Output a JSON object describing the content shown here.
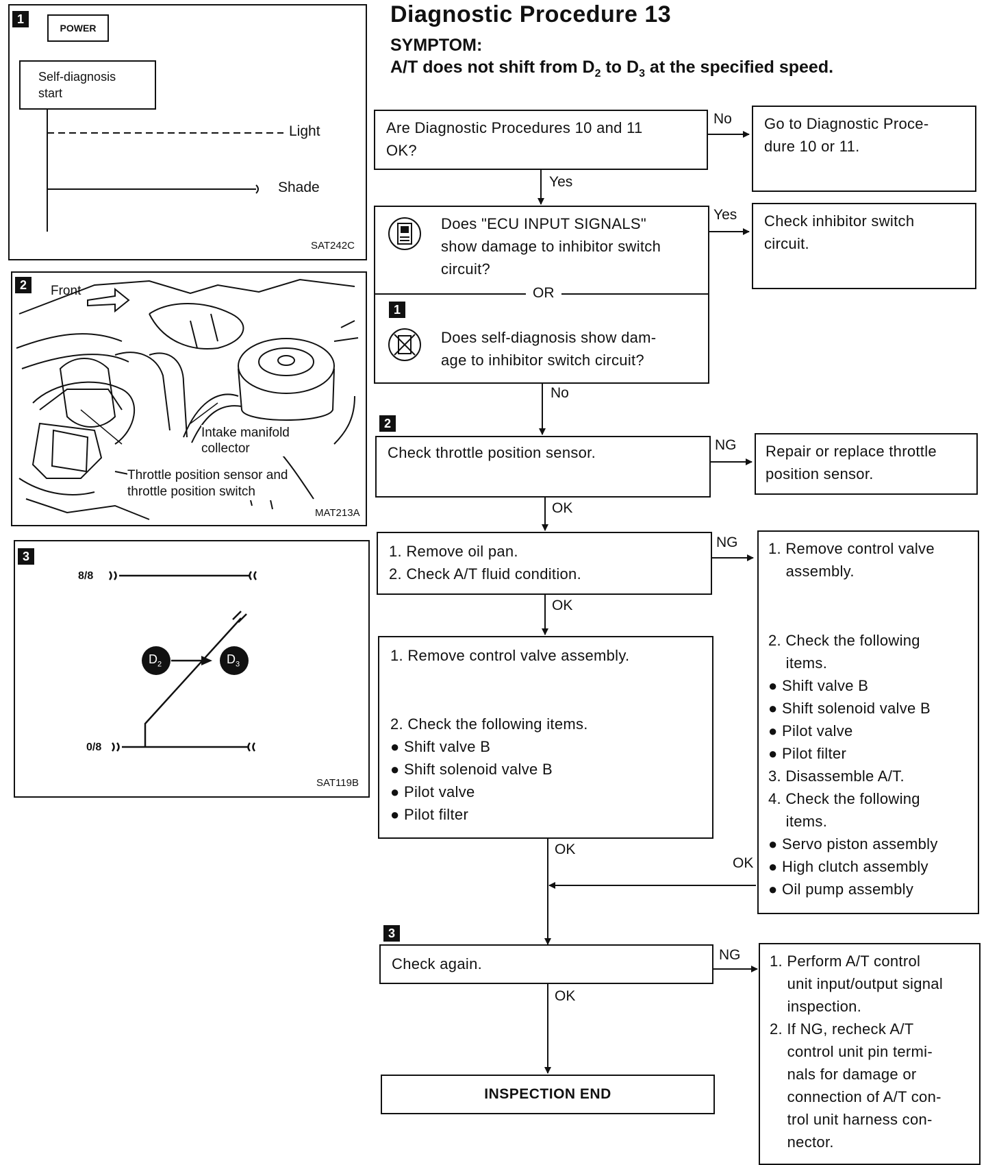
{
  "header": {
    "title": "Diagnostic Procedure 13",
    "symptom_label": "SYMPTOM:",
    "symptom_pre": "A/T does not shift from D",
    "symptom_sub1": "2",
    "symptom_mid": " to D",
    "symptom_sub2": "3",
    "symptom_post": " at the specified speed."
  },
  "fig1": {
    "num": "1",
    "power": "POWER",
    "start": "Self-diagnosis\nstart",
    "light": "Light",
    "shade": "Shade",
    "code": "SAT242C"
  },
  "fig2": {
    "num": "2",
    "front": "Front",
    "intake": "Intake manifold\ncollector",
    "throttle": "Throttle position sensor and\nthrottle position switch",
    "code": "MAT213A"
  },
  "fig3": {
    "num": "3",
    "top": "8/8",
    "bottom": "0/8",
    "d2": "D",
    "d2sub": "2",
    "d3": "D",
    "d3sub": "3",
    "code": "SAT119B"
  },
  "flow": {
    "q1": "Are Diagnostic Procedures 10 and 11\nOK?",
    "a1_no": "Go to Diagnostic Proce-\ndure 10 or 11.",
    "q2a": "Does \"ECU INPUT SIGNALS\"\nshow damage to inhibitor switch\ncircuit?",
    "or": "OR",
    "q2_num": "1",
    "q2b": "Does self-diagnosis show dam-\nage to inhibitor switch circuit?",
    "a2_yes": "Check inhibitor switch\ncircuit.",
    "step2_num": "2",
    "q3": "Check throttle position sensor.",
    "a3_ng": "Repair or replace throttle\nposition sensor.",
    "q4": "1. Remove oil pan.\n2. Check A/T fluid condition.",
    "a4_ng_1": "1. Remove control valve\n    assembly.",
    "a4_ng_2": "2. Check the following\n    items.\n● Shift valve B\n● Shift solenoid valve B\n● Pilot valve\n● Pilot filter\n3. Disassemble A/T.\n4. Check the following\n    items.\n● Servo piston assembly\n● High clutch assembly\n● Oil pump assembly",
    "q5_1": "1. Remove control valve assembly.",
    "q5_2": "2. Check the following items.\n● Shift valve B\n● Shift solenoid valve B\n● Pilot valve\n● Pilot filter",
    "step3_num": "3",
    "q6": "Check again.",
    "a6_ng": "1. Perform A/T control\n    unit input/output signal\n    inspection.\n2. If NG, recheck A/T\n    control unit pin termi-\n    nals for damage or\n    connection of A/T con-\n    trol unit harness con-\n    nector.",
    "end": "INSPECTION END",
    "labels": {
      "no": "No",
      "yes": "Yes",
      "yes2": "Yes",
      "no2": "No",
      "ng1": "NG",
      "ok1": "OK",
      "ng2": "NG",
      "ok2": "OK",
      "ok3": "OK",
      "ok4": "OK",
      "ng3": "NG",
      "ok5": "OK"
    }
  }
}
